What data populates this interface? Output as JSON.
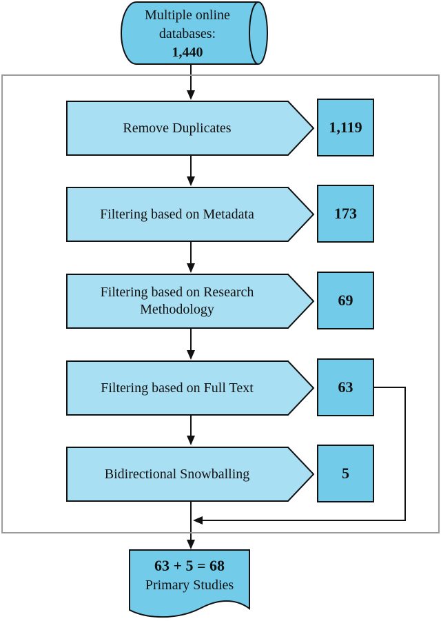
{
  "diagram": {
    "source": {
      "label": "Multiple online databases:",
      "count": "1,440"
    },
    "steps": [
      {
        "label": "Remove Duplicates",
        "count": "1,119"
      },
      {
        "label": "Filtering based on Metadata",
        "count": "173"
      },
      {
        "label": "Filtering based on Research Methodology",
        "count": "69"
      },
      {
        "label": "Filtering based on Full Text",
        "count": "63"
      },
      {
        "label": "Bidirectional Snowballing",
        "count": "5"
      }
    ],
    "result": {
      "equation": "63 + 5 = 68",
      "label": "Primary Studies"
    },
    "colors": {
      "shape_fill_dark": "#73cbea",
      "shape_fill_light": "#a8dff2",
      "outline": "#111111",
      "container_border": "#9b9b9b"
    }
  }
}
